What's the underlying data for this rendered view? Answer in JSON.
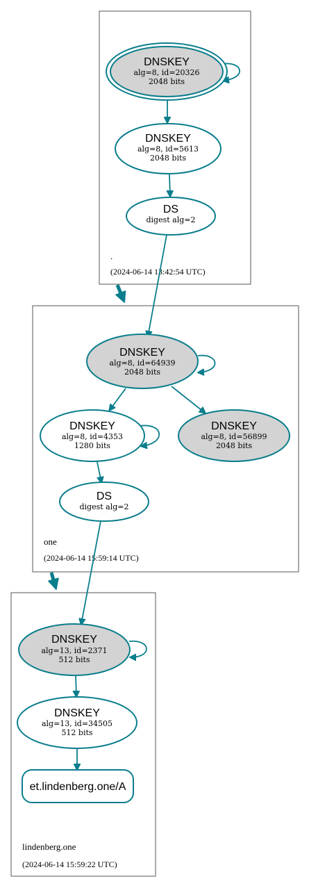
{
  "zones": {
    "root": {
      "label": ".",
      "timestamp": "(2024-06-14 13:42:54 UTC)"
    },
    "one": {
      "label": "one",
      "timestamp": "(2024-06-14 15:59:14 UTC)"
    },
    "lindenberg": {
      "label": "lindenberg.one",
      "timestamp": "(2024-06-14 15:59:22 UTC)"
    }
  },
  "nodes": {
    "root_ksk": {
      "title": "DNSKEY",
      "line1": "alg=8, id=20326",
      "line2": "2048 bits"
    },
    "root_zsk": {
      "title": "DNSKEY",
      "line1": "alg=8, id=5613",
      "line2": "2048 bits"
    },
    "root_ds": {
      "title": "DS",
      "line1": "digest alg=2"
    },
    "one_ksk": {
      "title": "DNSKEY",
      "line1": "alg=8, id=64939",
      "line2": "2048 bits"
    },
    "one_zsk": {
      "title": "DNSKEY",
      "line1": "alg=8, id=4353",
      "line2": "1280 bits"
    },
    "one_key2": {
      "title": "DNSKEY",
      "line1": "alg=8, id=56899",
      "line2": "2048 bits"
    },
    "one_ds": {
      "title": "DS",
      "line1": "digest alg=2"
    },
    "lind_ksk": {
      "title": "DNSKEY",
      "line1": "alg=13, id=2371",
      "line2": "512 bits"
    },
    "lind_zsk": {
      "title": "DNSKEY",
      "line1": "alg=13, id=34505",
      "line2": "512 bits"
    },
    "lind_rr": {
      "title": "et.lindenberg.one/A"
    }
  },
  "colors": {
    "edge": "#0a7e8c",
    "trusted_fill": "#d3d3d3",
    "plain_fill": "#ffffff",
    "zone_border": "#555555"
  }
}
